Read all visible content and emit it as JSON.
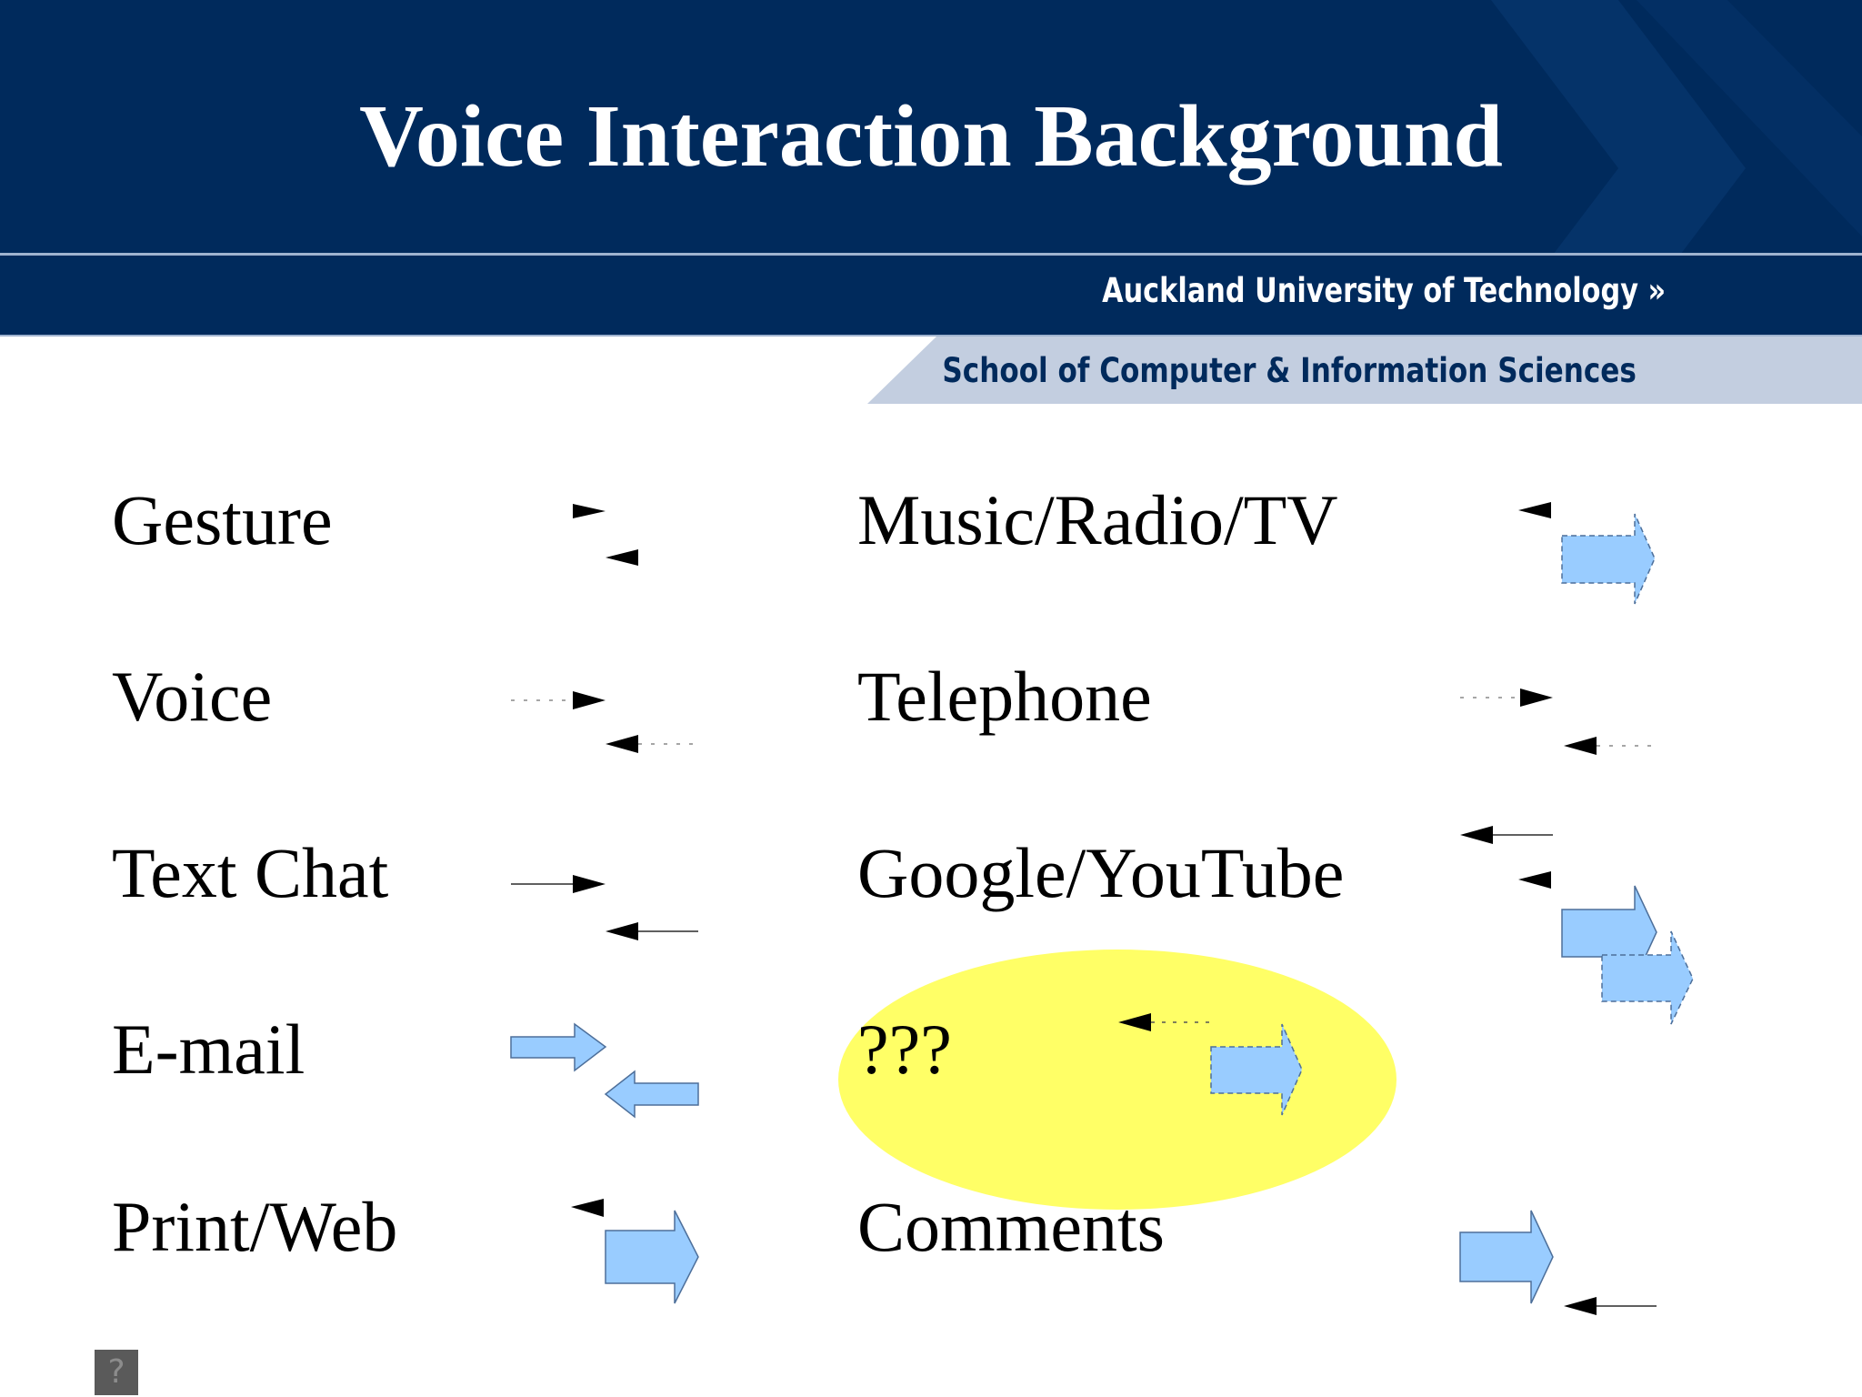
{
  "slide": {
    "title": "Voice Interaction Background",
    "institution": "Auckland University of Technology »",
    "school": "School of Computer & Information Sciences",
    "left_column": [
      "Gesture",
      "Voice",
      "Text Chat",
      "E-mail",
      "Print/Web"
    ],
    "right_column": [
      "Music/Radio/TV",
      "Telephone",
      "Google/YouTube",
      "???",
      "Comments"
    ],
    "highlighted_item": "???",
    "help_button_label": "?"
  },
  "colors": {
    "header_navy": "#002a5c",
    "band_light": "#c3cee0",
    "arrow_fill": "#99ccff",
    "highlight_yellow": "#ffff66"
  },
  "icons": [
    "arrow-right-icon",
    "arrow-left-icon",
    "block-arrow-right-icon",
    "block-arrow-left-icon",
    "question-mark-icon"
  ]
}
